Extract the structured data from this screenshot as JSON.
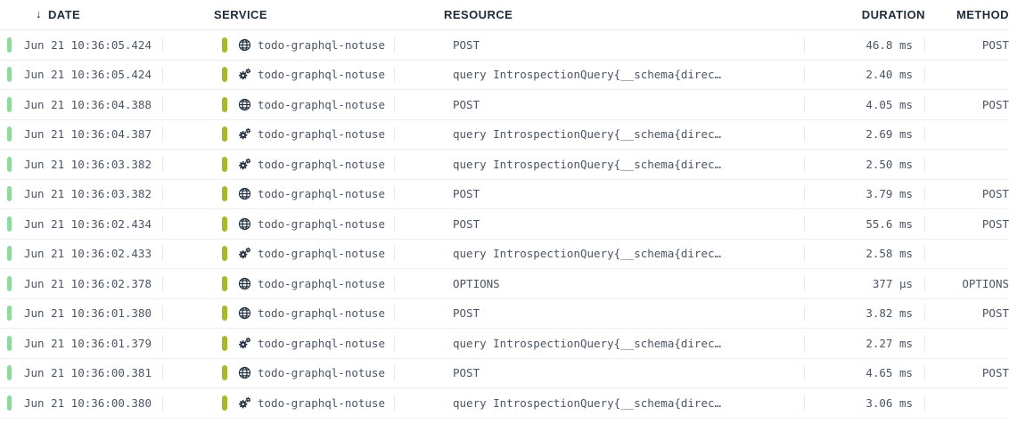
{
  "table": {
    "columns": [
      {
        "key": "date",
        "label": "DATE",
        "sort": "desc",
        "sort_icon": "arrow-down-icon"
      },
      {
        "key": "service",
        "label": "SERVICE"
      },
      {
        "key": "resource",
        "label": "RESOURCE"
      },
      {
        "key": "duration",
        "label": "DURATION"
      },
      {
        "key": "method",
        "label": "METHOD"
      }
    ],
    "colors": {
      "status_ok": "#8fd99f",
      "service_accent": "#a8b828",
      "header_text": "#1d2b3a",
      "cell_text": "#4b5565",
      "row_border": "#eceef4",
      "separator": "#e6e9f2",
      "icon": "#1f2d3d"
    },
    "rows": [
      {
        "status": "ok",
        "date": "Jun 21 10:36:05.424",
        "service": "todo-graphql-notuse",
        "service_icon": "globe-icon",
        "resource": "POST",
        "duration": "46.8 ms",
        "method": "POST"
      },
      {
        "status": "ok",
        "date": "Jun 21 10:36:05.424",
        "service": "todo-graphql-notuse",
        "service_icon": "gears-icon",
        "resource": "query IntrospectionQuery{__schema{direc…",
        "duration": "2.40 ms",
        "method": ""
      },
      {
        "status": "ok",
        "date": "Jun 21 10:36:04.388",
        "service": "todo-graphql-notuse",
        "service_icon": "globe-icon",
        "resource": "POST",
        "duration": "4.05 ms",
        "method": "POST"
      },
      {
        "status": "ok",
        "date": "Jun 21 10:36:04.387",
        "service": "todo-graphql-notuse",
        "service_icon": "gears-icon",
        "resource": "query IntrospectionQuery{__schema{direc…",
        "duration": "2.69 ms",
        "method": ""
      },
      {
        "status": "ok",
        "date": "Jun 21 10:36:03.382",
        "service": "todo-graphql-notuse",
        "service_icon": "gears-icon",
        "resource": "query IntrospectionQuery{__schema{direc…",
        "duration": "2.50 ms",
        "method": ""
      },
      {
        "status": "ok",
        "date": "Jun 21 10:36:03.382",
        "service": "todo-graphql-notuse",
        "service_icon": "globe-icon",
        "resource": "POST",
        "duration": "3.79 ms",
        "method": "POST"
      },
      {
        "status": "ok",
        "date": "Jun 21 10:36:02.434",
        "service": "todo-graphql-notuse",
        "service_icon": "globe-icon",
        "resource": "POST",
        "duration": "55.6 ms",
        "method": "POST"
      },
      {
        "status": "ok",
        "date": "Jun 21 10:36:02.433",
        "service": "todo-graphql-notuse",
        "service_icon": "gears-icon",
        "resource": "query IntrospectionQuery{__schema{direc…",
        "duration": "2.58 ms",
        "method": ""
      },
      {
        "status": "ok",
        "date": "Jun 21 10:36:02.378",
        "service": "todo-graphql-notuse",
        "service_icon": "globe-icon",
        "resource": "OPTIONS",
        "duration": "377 µs",
        "method": "OPTIONS"
      },
      {
        "status": "ok",
        "date": "Jun 21 10:36:01.380",
        "service": "todo-graphql-notuse",
        "service_icon": "globe-icon",
        "resource": "POST",
        "duration": "3.82 ms",
        "method": "POST"
      },
      {
        "status": "ok",
        "date": "Jun 21 10:36:01.379",
        "service": "todo-graphql-notuse",
        "service_icon": "gears-icon",
        "resource": "query IntrospectionQuery{__schema{direc…",
        "duration": "2.27 ms",
        "method": ""
      },
      {
        "status": "ok",
        "date": "Jun 21 10:36:00.381",
        "service": "todo-graphql-notuse",
        "service_icon": "globe-icon",
        "resource": "POST",
        "duration": "4.65 ms",
        "method": "POST"
      },
      {
        "status": "ok",
        "date": "Jun 21 10:36:00.380",
        "service": "todo-graphql-notuse",
        "service_icon": "gears-icon",
        "resource": "query IntrospectionQuery{__schema{direc…",
        "duration": "3.06 ms",
        "method": ""
      }
    ]
  }
}
